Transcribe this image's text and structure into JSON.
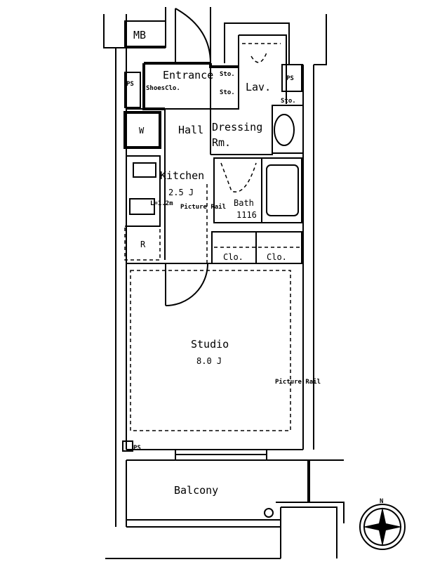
{
  "floor_plan": {
    "rooms": {
      "mb": "MB",
      "entrance": "Entrance",
      "sto_1": "Sto.",
      "sto_2": "Sto.",
      "sto_3": "Sto.",
      "lav": "Lav.",
      "ps_1": "PS",
      "ps_2": "PS",
      "ps_3": "PS",
      "shoes_clo": "ShoesClo.",
      "hall": "Hall",
      "dressing": "Dressing",
      "dressing_2": "Rm.",
      "washer": "W",
      "kitchen": "Kitchen",
      "kitchen_size": "2.5 J",
      "counter": "L=1.2m",
      "picture_rail_1": "Picture Rail",
      "bath": "Bath",
      "bath_size": "1116",
      "fridge": "R",
      "clo_1": "Clo.",
      "clo_2": "Clo.",
      "studio": "Studio",
      "studio_size": "8.0 J",
      "picture_rail_2": "Picture Rail",
      "balcony": "Balcony"
    },
    "compass": "N"
  }
}
